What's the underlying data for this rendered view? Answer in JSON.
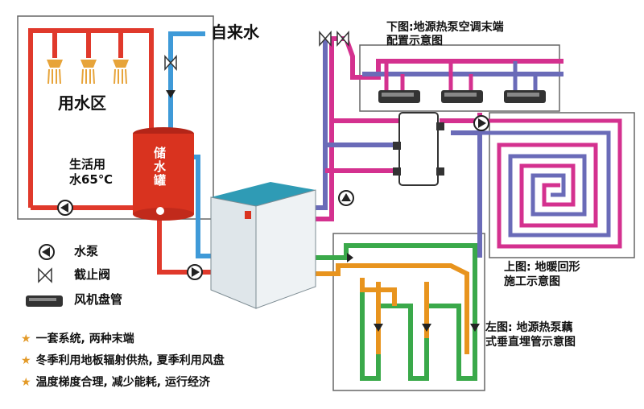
{
  "labels": {
    "tap_water": "自来水",
    "water_zone": "用水区",
    "hot_water_line1": "生活用",
    "hot_water_line2": "水65℃",
    "tank": "储水罐",
    "top_caption_line1": "下图:地源热泵空调末端",
    "top_caption_line2": "配置示意图",
    "right_caption_line1": "上图: 地暖回形",
    "right_caption_line2": "施工示意图",
    "bottom_caption_line1": "左图: 地源热泵藕",
    "bottom_caption_line2": "式垂直埋管示意图"
  },
  "legend": [
    {
      "icon": "pump-icon",
      "label": "水泵"
    },
    {
      "icon": "valve-icon",
      "label": "截止阀"
    },
    {
      "icon": "fan-coil-icon",
      "label": "风机盘管"
    }
  ],
  "notes": [
    "一套系统, 两种末端",
    "冬季利用地板辐射供热, 夏季利用风盘",
    "温度梯度合理, 减少能耗, 运行经济"
  ],
  "colors": {
    "hot": "#e0392b",
    "cold": "#3f9ad8",
    "magenta": "#d4318f",
    "purple": "#6a6bb8",
    "green": "#3aa94a",
    "orange": "#e8941e",
    "tank": "#d9331f",
    "unit": "#2f9bb5"
  }
}
